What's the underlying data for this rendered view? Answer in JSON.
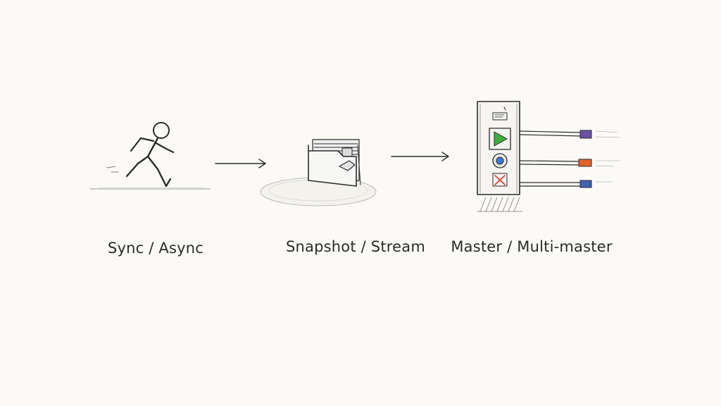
{
  "stages": [
    {
      "label": "Sync / Async",
      "icon": "running-person-icon"
    },
    {
      "label": "Snapshot / Stream",
      "icon": "folder-stack-icon"
    },
    {
      "label": "Master / Multi-master",
      "icon": "control-panel-icon"
    }
  ],
  "panel_buttons": [
    {
      "icon": "play-icon",
      "color": "#3fae3f"
    },
    {
      "icon": "record-icon",
      "color": "#3a7bd5"
    },
    {
      "icon": "close-icon",
      "color": "#d9483b"
    }
  ],
  "connectors": [
    {
      "color": "#6b4fa8"
    },
    {
      "color": "#e0632c"
    },
    {
      "color": "#3d63b3"
    }
  ],
  "colors": {
    "background": "#fbfaf6",
    "ink": "#2b2b2b"
  }
}
